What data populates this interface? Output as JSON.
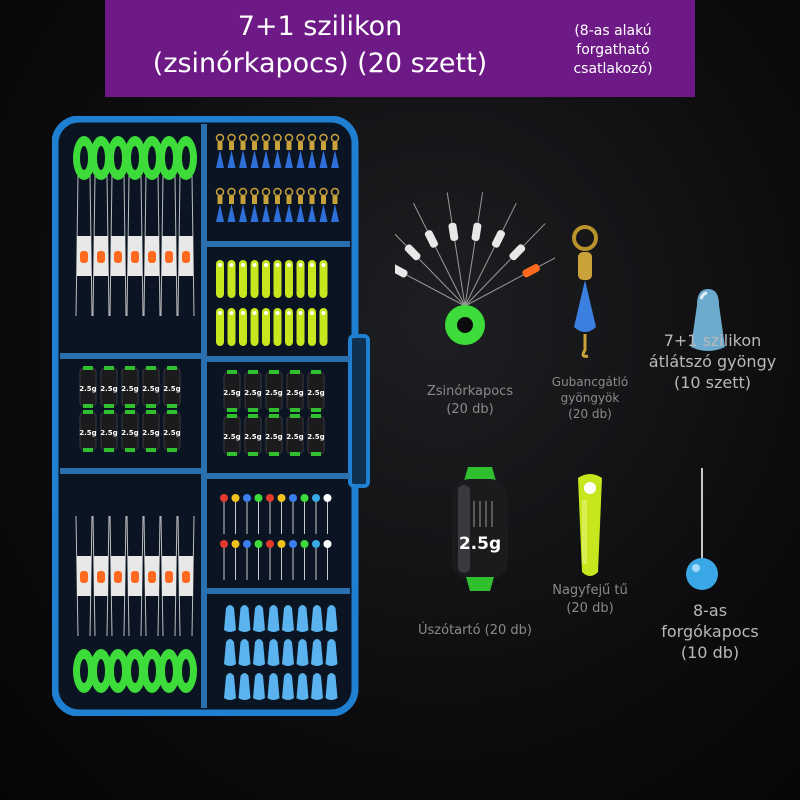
{
  "banner": {
    "title_line1": "7+1 szilikon",
    "title_line2": "(zsinórkapocs) (20 szett)",
    "note_line1": "(8-as alakú",
    "note_line2": "forgatható",
    "note_line3": "csatlakozó)"
  },
  "tackle_box": {
    "float_weight_label": "2.5g"
  },
  "products": {
    "line_stopper": {
      "name": "Zsinórkapocs",
      "qty": "(20 db)"
    },
    "anti_tangle": {
      "name_line1": "Gubancgátló",
      "name_line2": "gyöngyök",
      "qty": "(20 db)"
    },
    "silicone_bead": {
      "name_line1": "7+1 szilikon",
      "name_line2": "átlátszó gyöngy",
      "qty": "(10 szett)"
    },
    "float_holder": {
      "name": "Úszótartó (20 db)",
      "weight": "2.5g"
    },
    "big_head_pin": {
      "name": "Nagyfejű tű",
      "qty": "(20 db)"
    },
    "swivel": {
      "name_line1": "8-as",
      "name_line2": "forgókapocs",
      "qty": "(10 db)"
    }
  },
  "colors": {
    "banner": "#6e1a86",
    "box_frame": "#1f7fd0",
    "float_green": "#3ddc3a",
    "lime": "#c8e61e",
    "bead_blue": "#5ab2ee"
  }
}
